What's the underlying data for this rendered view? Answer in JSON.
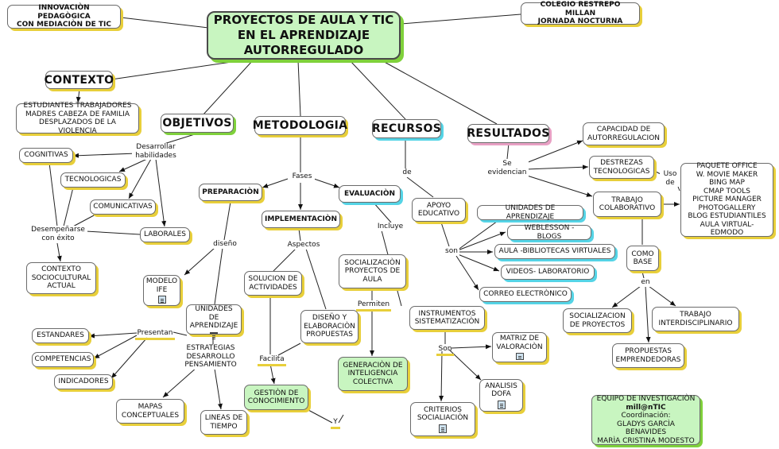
{
  "title": "PROYECTOS DE AULA Y TIC\nEN EL  APRENDIZAJE\nAUTORREGULADO",
  "header": {
    "left": "INNOVACIÒN  PEDAGÒGICA\nCON MEDIACIÒN DE TIC",
    "right": "COLEGIO RESTREPO MILLAN\nJORNADA NOCTURNA"
  },
  "contexto": {
    "label": "CONTEXTO",
    "detail": "ESTUDIANTES TRABAJADORES\nMADRES CABEZA DE FAMILIA\nDESPLAZADOS DE LA VIOLENCIA"
  },
  "objetivos": {
    "label": "OBJETIVOS",
    "link": "Desarrollar\nhabilidades",
    "skills": [
      "COGNITIVAS",
      "TECNOLOGICAS",
      "COMUNICATIVAS",
      "LABORALES"
    ],
    "link2": "Desempeñarse\ncon éxito",
    "result": "CONTEXTO\nSOCIOCULTURAL\nACTUAL"
  },
  "metodologia": {
    "label": "METODOLOGIA",
    "link": "Fases",
    "preparacion": "PREPARACIÒN",
    "implementacion": "IMPLEMENTACIÒN",
    "evaluacion": "EVALUACIÒN",
    "diseno_link": "diseño",
    "modelo": "MODELO\nIFE",
    "unidades": "UNIDADES DE\nAPRENDIZAJE",
    "presentan": "Presentan",
    "estandares": "ESTANDARES",
    "competencias": "COMPETENCIAS",
    "indicadores": "INDICADORES",
    "estrategias": "ESTRATEGIAS\nDESARROLLO\nPENSAMIENTO",
    "mapas": "MAPAS\nCONCEPTUALES",
    "lineas": "LINEAS DE\nTIEMPO",
    "aspectos": "Aspectos",
    "solucion": "SOLUCION DE\nACTIVIDADES",
    "diseno_prop": "DISEÑO Y\nELABORACIÒN\nPROPUESTAS",
    "facilita": "Facilita",
    "gestion": "GESTIÒN DE\nCONOCIMIENTO",
    "y": "Y",
    "incluye": "Incluye",
    "socializacion": "SOCIALIZACIÒN\nPROYECTOS DE\nAULA",
    "permiten": "Permiten",
    "generacion": "GENERACIÒN DE\nINTELIGENCIA\nCOLECTIVA",
    "instrumentos": "INSTRUMENTOS\nSISTEMATIZACIÒN",
    "son": "Son",
    "matriz": "MATRIZ DE\nVALORACIÒN",
    "analisis": "ANALISIS\nDOFA",
    "criterios": "CRITERIOS\nSOCIALIACIÒN"
  },
  "recursos": {
    "label": "RECURSOS",
    "de": "de",
    "apoyo": "APOYO\nEDUCATIVO",
    "son": "son",
    "items": [
      "UNIDADES DE APRENDIZAJE",
      "WEBLESSON - BLOGS",
      "AULA -BIBLIOTECAS VIRTUALES",
      "VIDEOS- LABORATORIO",
      "CORREO ELECTRÒNICO"
    ]
  },
  "resultados": {
    "label": "RESULTADOS",
    "link": "Se\nevidencian",
    "capacidad": "CAPACIDAD DE\nAUTORREGULACION",
    "destrezas": "DESTREZAS\nTECNOLOGICAS",
    "uso": "Uso\nde",
    "paquete": "PAQUETE  OFFICE\nW. MOVIE MAKER\nBING MAP\nCMAP TOOLS\nPICTURE MANAGER\nPHOTOGALLERY\nBLOG ESTUDIANTILES\nAULA VIRTUAL-EDMODO",
    "trabajo": "TRABAJO\nCOLABORATIVO",
    "como_base": "COMO\nBASE",
    "en": "en",
    "socializacion": "SOCIALIZACION\nDE PROYECTOS",
    "propuestas": "PROPUESTAS\nEMPRENDEDORAS",
    "trabajo_inter": "TRABAJO\nINTERDISCIPLINARIO"
  },
  "equipo": {
    "line1": "EQUIPO DE INVESTIGACIÒN",
    "line2": "mill@nTIC",
    "line3": "Coordinación:",
    "line4": "GLADYS GARCÌA BENAVIDES",
    "line5": "MARÌA CRISTINA MODESTO"
  },
  "colors": {
    "title_fill": "#c8f5c0",
    "shadow_yellow": "#e8cf3a",
    "shadow_green": "#7fd13b",
    "shadow_cyan": "#55d4e6",
    "shadow_pink": "#e8a0c4"
  }
}
